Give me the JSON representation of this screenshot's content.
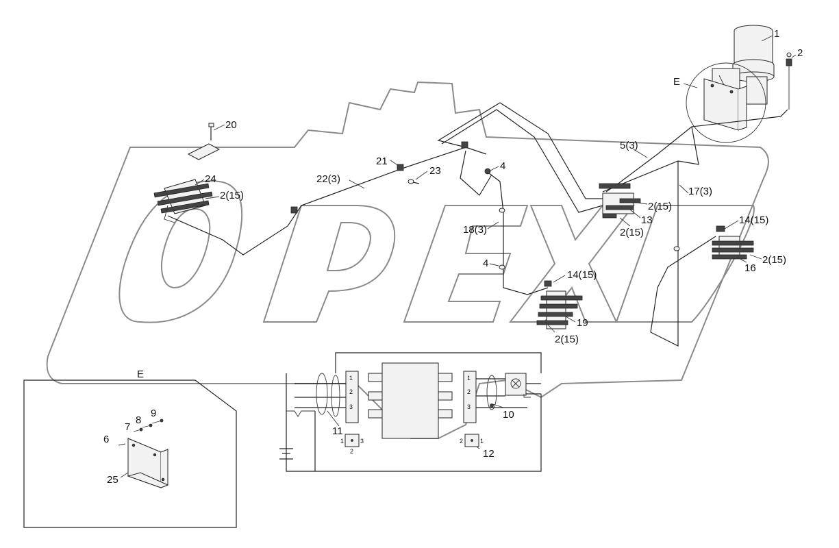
{
  "callouts": [
    {
      "id": "c1",
      "text": "1"
    },
    {
      "id": "c2",
      "text": "2"
    },
    {
      "id": "cE",
      "text": "E"
    },
    {
      "id": "c5",
      "text": "5(3)"
    },
    {
      "id": "c17",
      "text": "17(3)"
    },
    {
      "id": "c20",
      "text": "20"
    },
    {
      "id": "c21",
      "text": "21"
    },
    {
      "id": "c4a",
      "text": "4"
    },
    {
      "id": "c23",
      "text": "23"
    },
    {
      "id": "c22",
      "text": "22(3)"
    },
    {
      "id": "c24",
      "text": "24"
    },
    {
      "id": "c215a",
      "text": "2(15)"
    },
    {
      "id": "c215b",
      "text": "2(15)"
    },
    {
      "id": "c13",
      "text": "13"
    },
    {
      "id": "c215c",
      "text": "2(15)"
    },
    {
      "id": "c1415a",
      "text": "14(15)"
    },
    {
      "id": "c183",
      "text": "18(3)"
    },
    {
      "id": "c215d",
      "text": "2(15)"
    },
    {
      "id": "c16",
      "text": "16"
    },
    {
      "id": "c4b",
      "text": "4"
    },
    {
      "id": "c1415b",
      "text": "14(15)"
    },
    {
      "id": "c19",
      "text": "19"
    },
    {
      "id": "c215e",
      "text": "2(15)"
    },
    {
      "id": "cE2",
      "text": "E"
    },
    {
      "id": "c9",
      "text": "9"
    },
    {
      "id": "c8",
      "text": "8"
    },
    {
      "id": "c7",
      "text": "7"
    },
    {
      "id": "c6",
      "text": "6"
    },
    {
      "id": "c25",
      "text": "25"
    },
    {
      "id": "c10",
      "text": "10"
    },
    {
      "id": "c11",
      "text": "11"
    },
    {
      "id": "c12",
      "text": "12"
    }
  ],
  "terminals_left": [
    "1",
    "2",
    "3"
  ],
  "terminals_right": [
    "1",
    "2",
    "3"
  ],
  "plug11": {
    "left": "1",
    "mid": "3",
    "bottom": "2"
  },
  "plug12": {
    "left": "2",
    "right": "1"
  },
  "watermark": "OPEX"
}
